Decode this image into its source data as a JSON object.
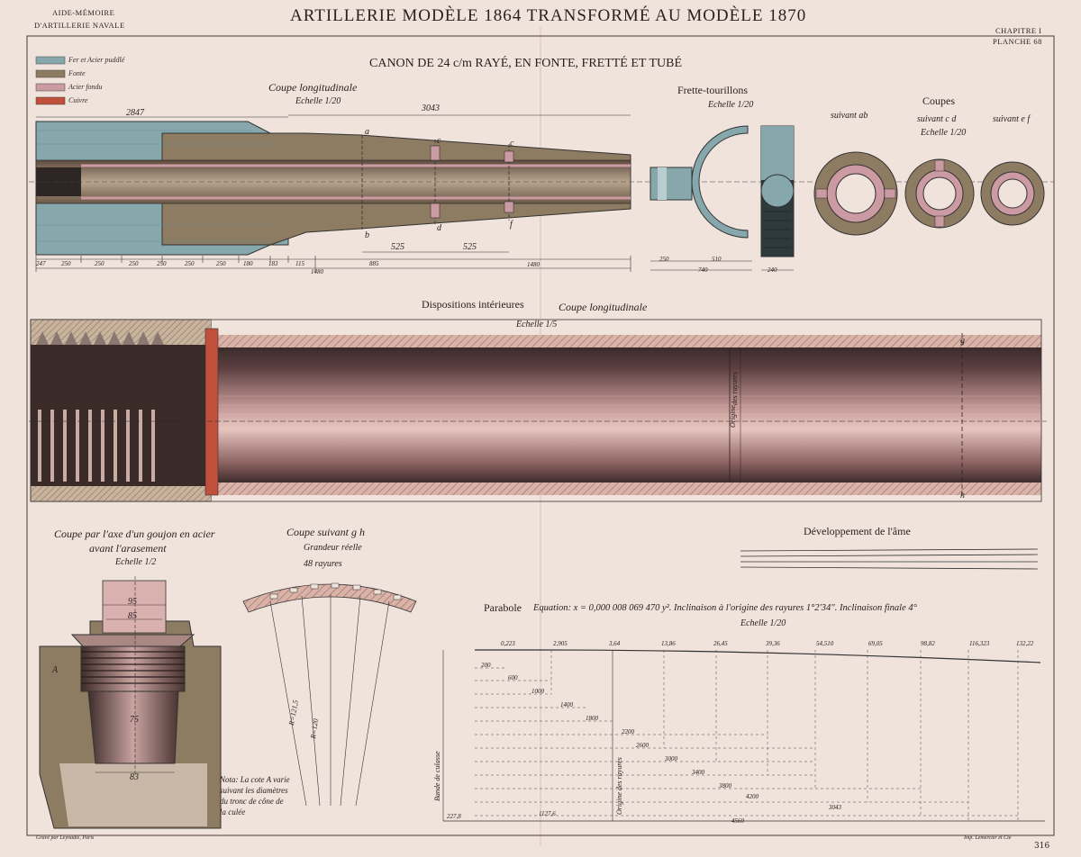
{
  "header": {
    "left_line1": "AIDE-MÉMOIRE",
    "left_line2": "D'ARTILLERIE NAVALE",
    "title": "ARTILLERIE MODÈLE 1864 TRANSFORMÉ AU MODÈLE 1870",
    "right_line1": "CHAPITRE I",
    "right_line2": "PLANCHE 68"
  },
  "subtitle": "CANON DE 24 c/m RAYÉ, EN FONTE, FRETTÉ ET TUBÉ",
  "legend": [
    {
      "label": "Fer et Acier puddlé",
      "color": "#86a8ad"
    },
    {
      "label": "Fonte",
      "color": "#8d7b62"
    },
    {
      "label": "Acier fondu",
      "color": "#cc9aa3"
    },
    {
      "label": "Cuivre",
      "color": "#c0503c"
    }
  ],
  "top_section": {
    "coupe_title": "Coupe longitudinale",
    "coupe_scale": "Echelle 1/20",
    "frette_title": "Frette-tourillons",
    "frette_scale": "Echelle 1/20",
    "coupes_title": "Coupes",
    "coupes_sub": "suivant c d",
    "coupes_scale": "Echelle 1/20",
    "coupe_ab": "suivant ab",
    "coupe_ef": "suivant e f",
    "dim_top": [
      "2847",
      "3043"
    ],
    "dim_bottom": [
      "247",
      "250",
      "250",
      "250",
      "250",
      "250",
      "250",
      "180",
      "183",
      "115",
      "885",
      "1480",
      "250",
      "510",
      "740",
      "240"
    ],
    "dim_mid": [
      "525",
      "525"
    ],
    "letters": [
      "a",
      "b",
      "c",
      "d",
      "c",
      "f"
    ]
  },
  "middle_section": {
    "title": "Dispositions intérieures",
    "subtitle": "Coupe longitudinale",
    "scale": "Echelle 1/5",
    "labels": [
      "Origine",
      "des rayures",
      "g",
      "h"
    ]
  },
  "bottom_left": {
    "title_line1": "Coupe par l'axe d'un goujon en acier",
    "title_line2": "avant l'arasement",
    "scale": "Echelle 1/2",
    "dims": [
      "95",
      "85",
      "75",
      "83",
      "A"
    ],
    "note_lines": [
      "Nota: La cote A varie",
      "suivant les diamètres",
      "du tronc de cône de",
      "la culée"
    ]
  },
  "bottom_middle": {
    "title": "Coupe suivant g h",
    "sub1": "Grandeur réelle",
    "sub2": "48 rayures",
    "radii": [
      "R=121,5",
      "R=120"
    ]
  },
  "bottom_right": {
    "dev_title": "Développement de l'âme",
    "parabola_label": "Parabole",
    "equation": "Equation: x = 0,000 008 069 470 y². Inclinaison à l'origine des rayures 1°2'34\". Inclinaison finale 4°",
    "scale": "Echelle 1/20",
    "top_values": [
      "0,223",
      "2,905",
      "3,64",
      "13,86",
      "26,45",
      "39,36",
      "54,510",
      "69,05",
      "98,82",
      "116,323",
      "132,22"
    ],
    "steps": [
      "200",
      "600",
      "1000",
      "1400",
      "1800",
      "2200",
      "2600",
      "3000",
      "3400",
      "3800",
      "4200",
      "3043",
      "4560"
    ],
    "bottom_values": [
      "227,8",
      "1127,6"
    ],
    "vertical_labels": [
      "Bande de culasse",
      "Origine des rayures"
    ]
  },
  "footer": {
    "left": "Gravé par Leynadie, Paris",
    "right": "Imp. Lemercier et Cie",
    "page": "316"
  }
}
